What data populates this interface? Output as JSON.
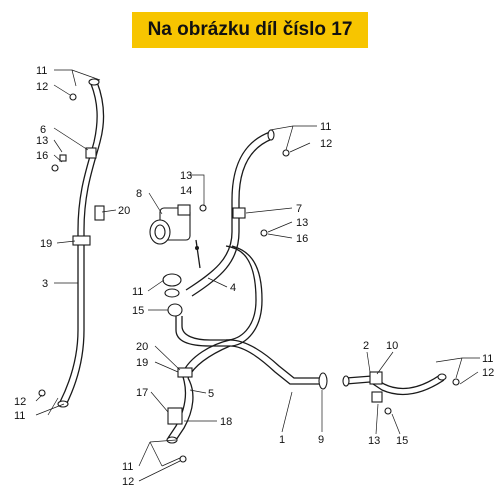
{
  "header": {
    "title": "Na obrázku díl číslo 17",
    "background": "#f7c500"
  },
  "callouts": [
    {
      "id": "c11a",
      "text": "11"
    },
    {
      "id": "c12a",
      "text": "12"
    },
    {
      "id": "c6",
      "text": "6"
    },
    {
      "id": "c13a",
      "text": "13"
    },
    {
      "id": "c16a",
      "text": "16"
    },
    {
      "id": "c20a",
      "text": "20"
    },
    {
      "id": "c19a",
      "text": "19"
    },
    {
      "id": "c3",
      "text": "3"
    },
    {
      "id": "c12b",
      "text": "12"
    },
    {
      "id": "c11b",
      "text": "11"
    },
    {
      "id": "c8",
      "text": "8"
    },
    {
      "id": "c13b",
      "text": "13"
    },
    {
      "id": "c14",
      "text": "14"
    },
    {
      "id": "c11c",
      "text": "11"
    },
    {
      "id": "c12c",
      "text": "12"
    },
    {
      "id": "c7",
      "text": "7"
    },
    {
      "id": "c13c",
      "text": "13"
    },
    {
      "id": "c16b",
      "text": "16"
    },
    {
      "id": "c4",
      "text": "4"
    },
    {
      "id": "c11d",
      "text": "11"
    },
    {
      "id": "c15a",
      "text": "15"
    },
    {
      "id": "c20b",
      "text": "20"
    },
    {
      "id": "c19b",
      "text": "19"
    },
    {
      "id": "c17",
      "text": "17"
    },
    {
      "id": "c5",
      "text": "5"
    },
    {
      "id": "c18",
      "text": "18"
    },
    {
      "id": "c11e",
      "text": "11"
    },
    {
      "id": "c12d",
      "text": "12"
    },
    {
      "id": "c1",
      "text": "1"
    },
    {
      "id": "c9",
      "text": "9"
    },
    {
      "id": "c2",
      "text": "2"
    },
    {
      "id": "c10",
      "text": "10"
    },
    {
      "id": "c11f",
      "text": "11"
    },
    {
      "id": "c12e",
      "text": "12"
    },
    {
      "id": "c13d",
      "text": "13"
    },
    {
      "id": "c15b",
      "text": "15"
    }
  ]
}
